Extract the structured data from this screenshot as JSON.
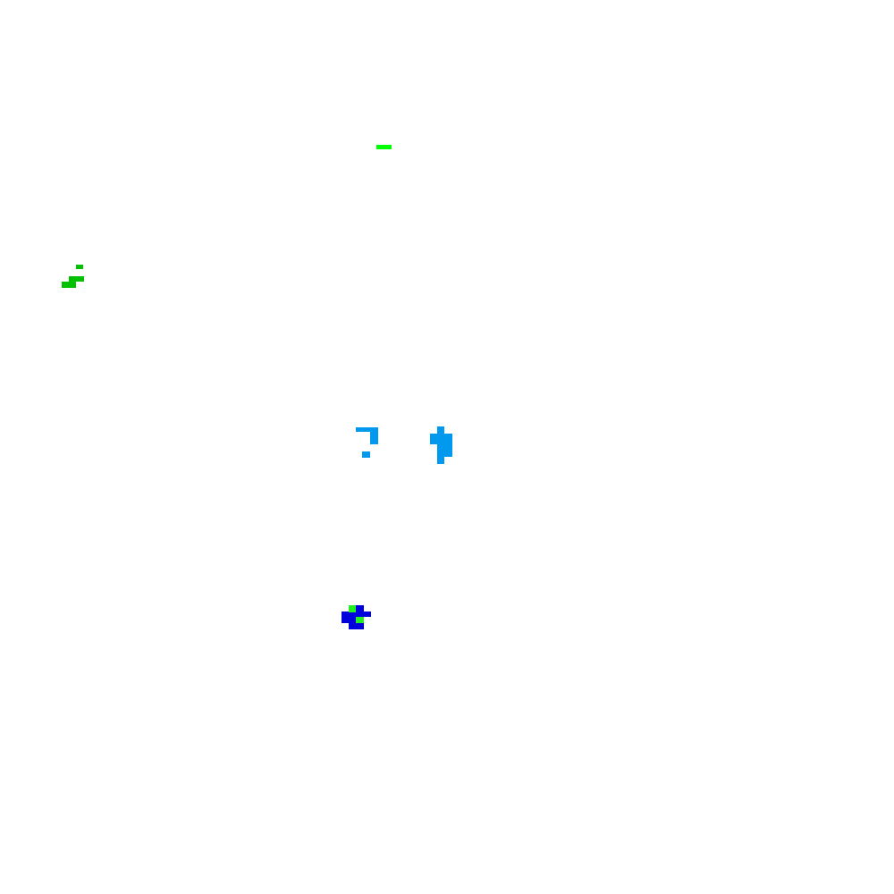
{
  "colors": {
    "background": "#ffffff",
    "bright_green": "#00ff00",
    "green": "#00c000",
    "light_blue": "#0099ee",
    "dark_blue": "#0000dd",
    "mixed_green": "#22ee22"
  },
  "clusters": [
    {
      "name": "bright-green-dash-cluster",
      "color_key": "bright_green"
    },
    {
      "name": "green-staircase-cluster",
      "color_key": "green"
    },
    {
      "name": "light-blue-hook-cluster",
      "color_key": "light_blue"
    },
    {
      "name": "light-blue-block-cluster",
      "color_key": "light_blue"
    },
    {
      "name": "blue-green-blob-cluster",
      "color_key": "dark_blue"
    }
  ]
}
